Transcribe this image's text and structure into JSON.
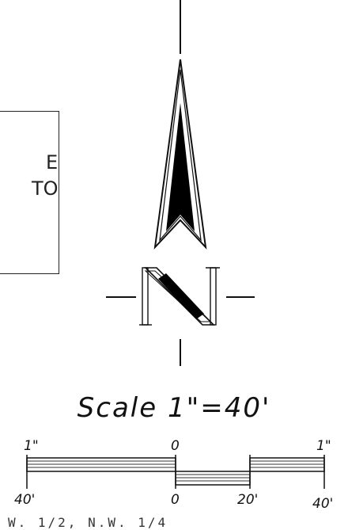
{
  "note_box": {
    "lines": [
      "E",
      "TO"
    ]
  },
  "north_arrow": {
    "letter": "N"
  },
  "scale": {
    "title": "Scale  1\"=40'",
    "top_labels": [
      "1\"",
      "0",
      "1\""
    ],
    "bottom_labels": [
      "40'",
      "0",
      "20'",
      "40'"
    ]
  },
  "footer": {
    "text": "W. 1/2, N.W. 1/4"
  }
}
